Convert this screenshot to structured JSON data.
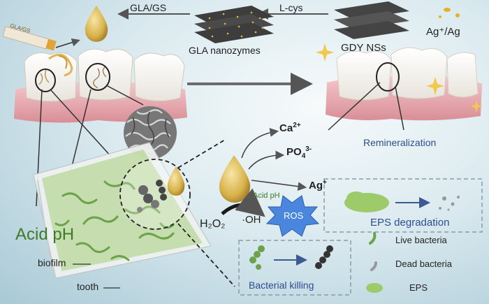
{
  "labels": {
    "tube": "GLA/GS",
    "gla_gs": "GLA/GS",
    "gla_nanozymes": "GLA nanozymes",
    "l_cys": "L-cys",
    "gdy_nss": "GDY NSs",
    "ag": "Ag⁺/Ag",
    "remineralization": "Remineralization",
    "ca_base": "Ca",
    "ca_sup": "2+",
    "po4_base": "PO",
    "po4_sub": "4",
    "po4_sup": "3-",
    "ag_ion_base": "Ag",
    "ag_ion_sup": "+",
    "acid_ph_small": "Acid pH",
    "ros": "ROS",
    "h2o2": "H₂O₂",
    "oh": "·OH",
    "eps_degradation": "EPS degradation",
    "acid_ph_large": "Acid pH",
    "biofilm": "biofilm",
    "tooth": "tooth",
    "bacterial_killing": "Bacterial killing",
    "legend_live": "Live bacteria",
    "legend_dead": "Dead bacteria",
    "legend_eps": "EPS"
  },
  "colors": {
    "label_blue": "#2e4d8f",
    "acid_green": "#3e7a2a",
    "drop_gold": "#d8b24a",
    "ros_blue": "#3f7fd6",
    "eps_green": "#9ecb6a",
    "gum_pink": "#e6a7ad"
  }
}
